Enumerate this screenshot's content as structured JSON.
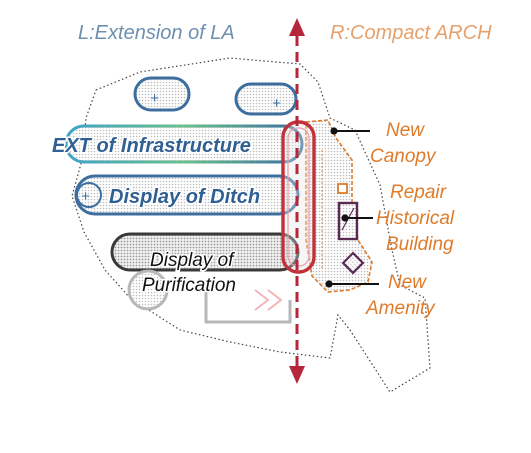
{
  "left_heading": "L:Extension of LA",
  "right_heading": "R:Compact ARCH",
  "left_labels": {
    "infrastructure": "EXT of Infrastructure",
    "ditch": "Display of Ditch",
    "purification_line1": "Display of",
    "purification_line2": "Purification"
  },
  "plus_sign": "+",
  "right_labels": {
    "canopy_line1": "New",
    "canopy_line2": "Canopy",
    "repair_line1": "Repair",
    "repair_line2": "Historical",
    "repair_line3": "Building",
    "amenity_line1": "New",
    "amenity_line2": "Amenity"
  },
  "colors": {
    "left_blue": "#3c6fa0",
    "right_orange": "#e07b2a",
    "divider_red": "#b5263a",
    "purple": "#5a2a55",
    "outline_gray": "#555555"
  }
}
